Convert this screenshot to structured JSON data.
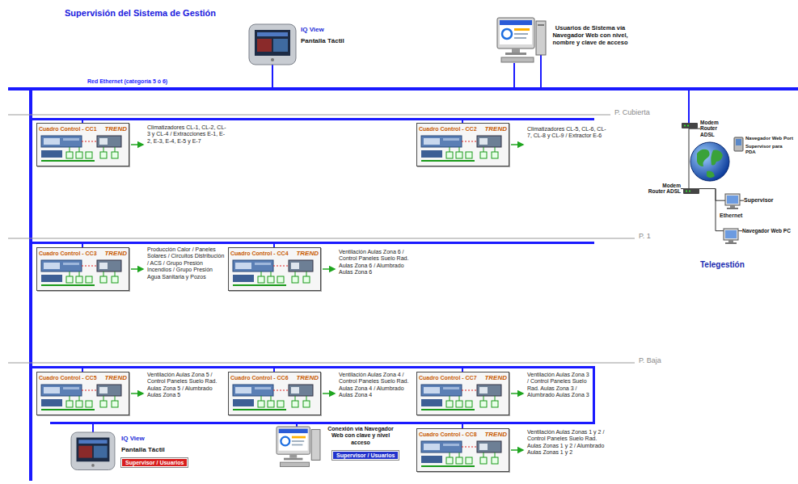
{
  "diagram": {
    "title": "Supervisión del Sistema de Gestión",
    "nodes": [
      {
        "text": [
          "IQ View",
          "Pantalla Táctil"
        ]
      },
      {
        "text": [
          "Usuarios de Sistema vía Navegador Web con nivel, nombre y clave de acceso"
        ]
      },
      {
        "text": [
          "Cuadro Control - CC1",
          "TREND"
        ]
      },
      {
        "text": [
          "Cuadro Control - CC2",
          "TREND"
        ]
      },
      {
        "text": [
          "Modem Router ADSL"
        ]
      },
      {
        "text": [
          "Navegador Web Port",
          "Supervisor para PDA"
        ]
      },
      {
        "text": [
          "Modem Router ADSL"
        ]
      },
      {
        "text": [
          "Supervisor"
        ]
      },
      {
        "text": [
          "Navegador Web PC"
        ]
      },
      {
        "text": [
          "Cuadro Control - CC3",
          "TREND"
        ]
      },
      {
        "text": [
          "Cuadro Control - CC4",
          "TREND"
        ]
      },
      {
        "text": [
          "Cuadro Control - CC5",
          "TREND"
        ]
      },
      {
        "text": [
          "Cuadro Control - CC6",
          "TREND"
        ]
      },
      {
        "text": [
          "Cuadro Control - CC7",
          "TREND"
        ]
      },
      {
        "text": [
          "IQ View",
          "Pantalla Táctil",
          "Supervisor / Usuarios"
        ]
      },
      {
        "text": [
          "Conexión vía Navegador Web con clave y nivel acceso",
          "Supervisor / Usuarios"
        ]
      },
      {
        "text": [
          "Cuadro Control - CC8",
          "TREND"
        ]
      }
    ],
    "edges": [
      {
        "from": 4,
        "to": 6,
        "arrow": "none"
      },
      {
        "from": 6,
        "to": 7,
        "arrow": "none"
      },
      {
        "from": 6,
        "to": 8,
        "arrow": "none",
        "label": "Ethernet"
      }
    ],
    "labels": [
      "Red Ethernet (categoría 5 ó 6)",
      "P. Cubierta",
      "Climatizadores CL-1, CL-2, CL-3 y CL-4 / Extracciones E-1, E-2, E-3, E-4, E-5 y E-7",
      "Climatizadores CL-5, CL-6, CL-7, CL-8 y CL-9 / Extractor E-6",
      "Telegestión",
      "P. 1",
      "Producción Calor / Paneles Solares / Circuitos Distribución / ACS / Grupo Presión Incendios / Grupo Presión Agua Sanitaria y Pozos",
      "Ventilación Aulas Zona 6 / Control Paneles Suelo Rad. Aulas Zona 6 / Alumbrado Aulas Zona 6",
      "P. Baja",
      "Ventilación Aulas Zona 5 / Control Paneles Suelo Rad. Aulas Zona 5 / Alumbrado Aulas Zona 5",
      "Ventilación Aulas Zona 4 / Control Paneles Suelo Rad. Aulas Zona 4 / Alumbrado Aulas Zona 4",
      "Ventilación Aulas Zona 3 / Control Paneles Suelo Rad. Aulas Zona 3 / Alumbrado Aulas Zona 3",
      "Ventilación Aulas Zonas 1 y 2 / Control Paneles Suelo Rad. Aulas Zonas 1 y 2 / Alumbrado Aulas Zonas 1 y 2"
    ]
  }
}
